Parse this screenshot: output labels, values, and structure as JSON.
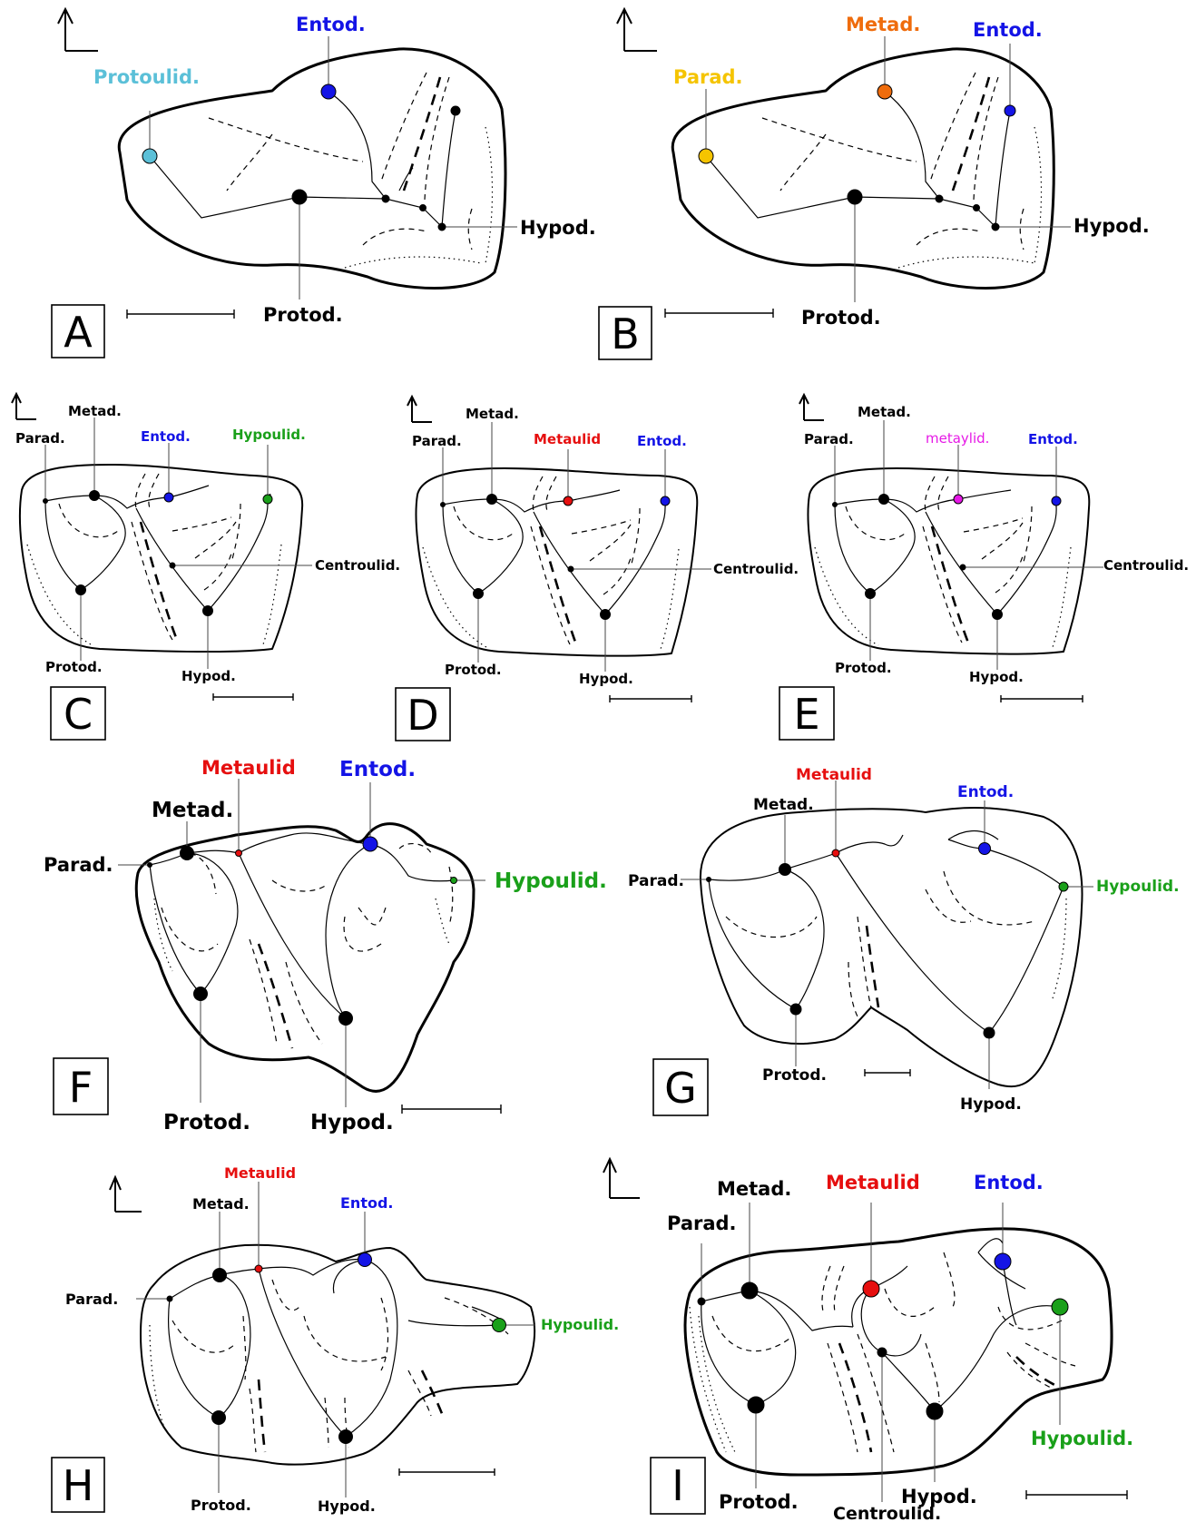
{
  "colors": {
    "black": "#000000",
    "blue": "#1414e6",
    "cyan": "#5bc0d8",
    "yellow": "#f5c400",
    "orange": "#ef6c0c",
    "red": "#e60f0f",
    "green": "#1aa01a",
    "magenta": "#e619e6"
  },
  "panels": {
    "A": {
      "letter": "A",
      "labels": {
        "protoulid": "Protoulid.",
        "entod": "Entod.",
        "hypod": "Hypod.",
        "protod": "Protod."
      }
    },
    "B": {
      "letter": "B",
      "labels": {
        "parad": "Parad.",
        "metad": "Metad.",
        "entod": "Entod.",
        "hypod": "Hypod.",
        "protod": "Protod."
      }
    },
    "C": {
      "letter": "C",
      "labels": {
        "parad": "Parad.",
        "metad": "Metad.",
        "entod": "Entod.",
        "hypoulid": "Hypoulid.",
        "centroulid": "Centroulid.",
        "protod": "Protod.",
        "hypod": "Hypod."
      }
    },
    "D": {
      "letter": "D",
      "labels": {
        "parad": "Parad.",
        "metad": "Metad.",
        "metaulid": "Metaulid",
        "entod": "Entod.",
        "centroulid": "Centroulid.",
        "protod": "Protod.",
        "hypod": "Hypod."
      }
    },
    "E": {
      "letter": "E",
      "labels": {
        "parad": "Parad.",
        "metad": "Metad.",
        "metaylid": "metaylid.",
        "entod": "Entod.",
        "centroulid": "Centroulid.",
        "protod": "Protod.",
        "hypod": "Hypod."
      }
    },
    "F": {
      "letter": "F",
      "labels": {
        "metaulid": "Metaulid",
        "entod": "Entod.",
        "metad": "Metad.",
        "parad": "Parad.",
        "hypoulid": "Hypoulid.",
        "protod": "Protod.",
        "hypod": "Hypod."
      }
    },
    "G": {
      "letter": "G",
      "labels": {
        "metaulid": "Metaulid",
        "metad": "Metad.",
        "entod": "Entod.",
        "parad": "Parad.",
        "hypoulid": "Hypoulid.",
        "protod": "Protod.",
        "hypod": "Hypod."
      }
    },
    "H": {
      "letter": "H",
      "labels": {
        "metaulid": "Metaulid",
        "metad": "Metad.",
        "entod": "Entod.",
        "parad": "Parad.",
        "hypoulid": "Hypoulid.",
        "protod": "Protod.",
        "hypod": "Hypod."
      }
    },
    "I": {
      "letter": "I",
      "labels": {
        "metad": "Metad.",
        "metaulid": "Metaulid",
        "entod": "Entod.",
        "parad": "Parad.",
        "hypoulid": "Hypoulid.",
        "protod": "Protod.",
        "hypod": "Hypod.",
        "centroulid": "Centroulid."
      }
    }
  }
}
